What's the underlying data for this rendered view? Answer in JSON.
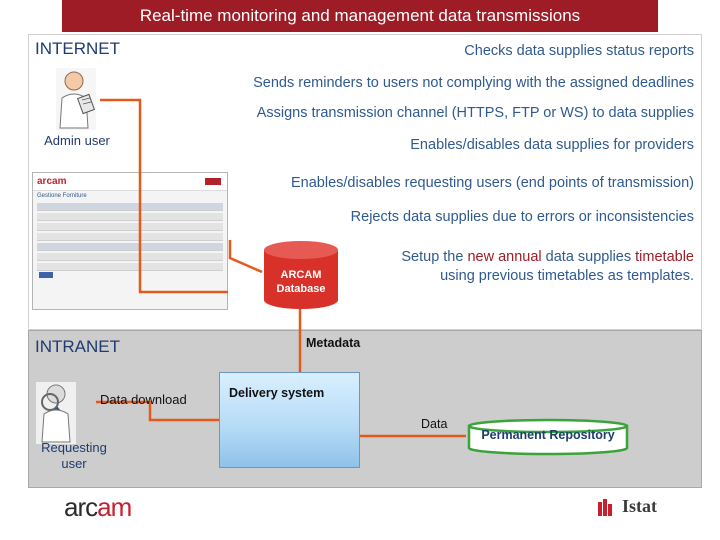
{
  "title": "Real-time monitoring and management data transmissions",
  "zones": {
    "internet": "INTERNET",
    "intranet": "INTRANET"
  },
  "features": [
    "Checks data supplies status reports",
    "Sends reminders to users not complying with the assigned deadlines",
    "Assigns transmission channel (HTTPS, FTP or WS) to data supplies",
    "Enables/disables data supplies for providers",
    "Enables/disables requesting users (end points of transmission)",
    "Rejects data supplies due to errors or inconsistencies"
  ],
  "timetable_note": {
    "pre": "Setup the ",
    "highlight1": "new annual",
    "mid": " data supplies ",
    "highlight2": "timetable",
    "post": " using previous timetables as templates."
  },
  "actors": {
    "admin": "Admin user",
    "requesting": "Requesting user"
  },
  "database": {
    "label_line1": "ARCAM",
    "label_line2": "Database"
  },
  "flows": {
    "metadata": "Metadata",
    "data_download": "Data download",
    "delivery_system": "Delivery system",
    "data": "Data"
  },
  "repository": "Permanent Repository",
  "screenshot_preview": {
    "logo": "arcam",
    "heading": "Gestione Forniture"
  },
  "branding": {
    "left_prefix": "arc",
    "left_suffix": "am",
    "right": "Istat"
  },
  "colors": {
    "accent": "#9e1c25",
    "text_blue": "#2f5a8f",
    "connector": "#e55a1c",
    "db_fill": "#d7312a"
  }
}
